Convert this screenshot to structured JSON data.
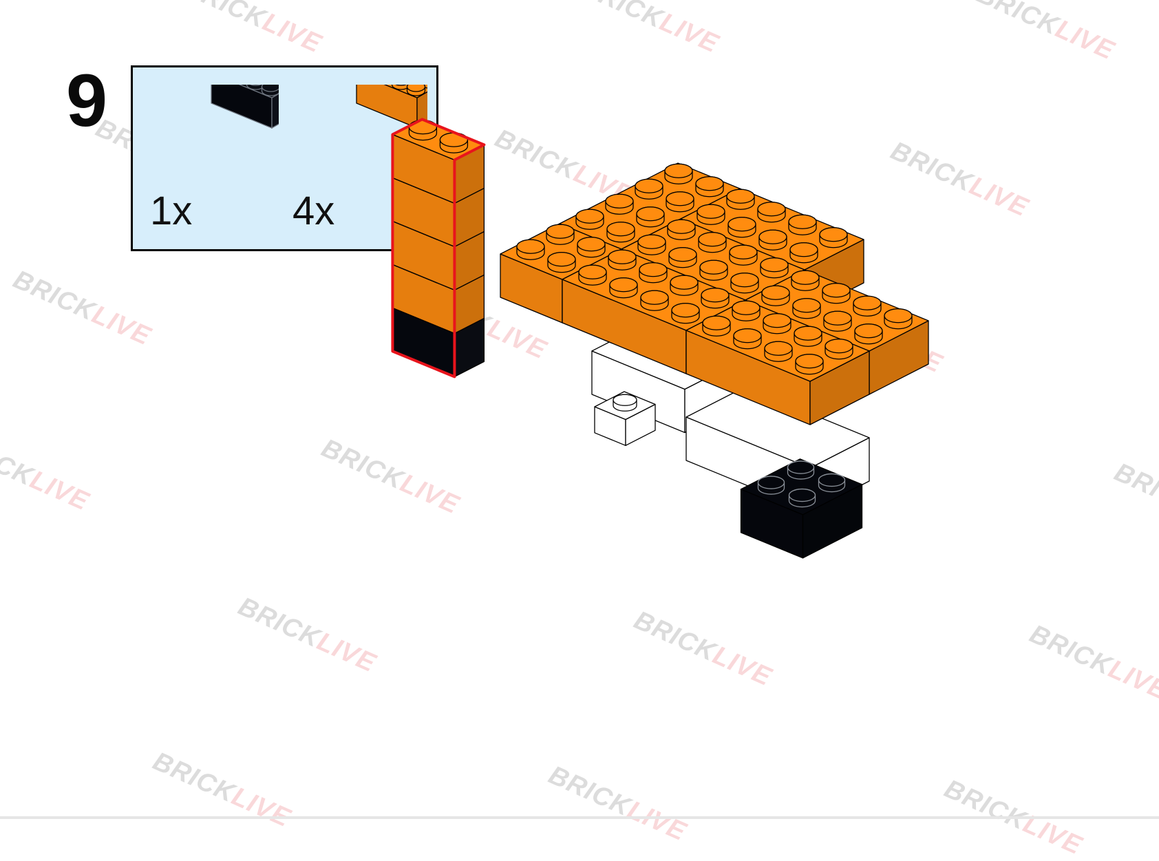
{
  "step": {
    "number": "9"
  },
  "parts_list": [
    {
      "quantity_label": "1x",
      "color": "#0a0d14",
      "shape": "brick-2x4"
    },
    {
      "quantity_label": "4x",
      "color": "#ff8c0f",
      "shape": "brick-2x4"
    }
  ],
  "colors": {
    "orange": "#ff8c0f",
    "black": "#05070d",
    "white": "#ffffff",
    "highlight": "#e8141c",
    "parts_background": "#d7eefb"
  },
  "watermark": {
    "part1": "BRICK",
    "part2": "LIVE"
  }
}
